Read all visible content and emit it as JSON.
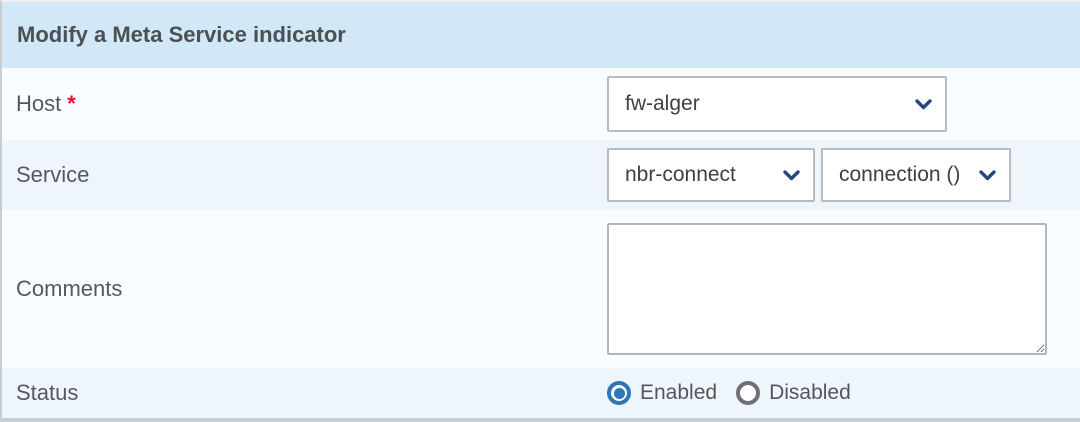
{
  "form": {
    "title": "Modify a Meta Service indicator",
    "host": {
      "label": "Host",
      "required_marker": "*",
      "selected_value": "fw-alger"
    },
    "service": {
      "label": "Service",
      "service_selected_value": "nbr-connect",
      "metric_selected_value": "connection ()"
    },
    "comments": {
      "label": "Comments",
      "value": "",
      "placeholder": ""
    },
    "status": {
      "label": "Status",
      "options": [
        {
          "label": "Enabled",
          "selected": true
        },
        {
          "label": "Disabled",
          "selected": false
        }
      ]
    },
    "colors": {
      "header_bg": "#d2e8f6",
      "row_light_bg": "#fafdff",
      "row_blue_bg": "#eef6fc",
      "accent_blue": "#2d77b5",
      "chevron_navy": "#27477b",
      "required_red": "#e8112d",
      "unselected_radio_gray": "#6d7175",
      "bottom_strip": "#c5ced6"
    }
  }
}
